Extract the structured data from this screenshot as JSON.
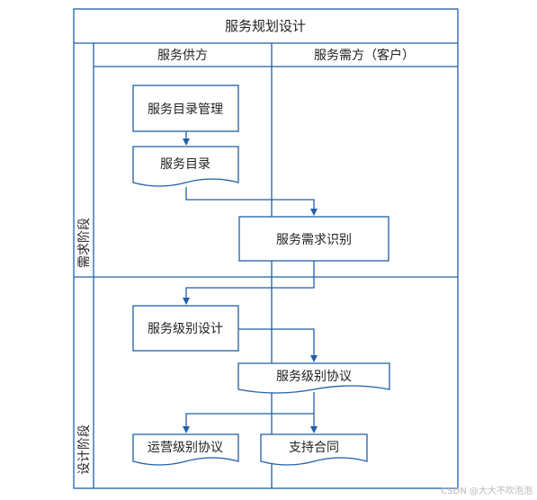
{
  "diagram": {
    "title": "服务规划设计",
    "columns": {
      "provider": "服务供方",
      "customer": "服务需方（客户）"
    },
    "phases": {
      "requirements": "需求阶段",
      "design": "设计阶段"
    },
    "nodes": {
      "catalog_mgmt": "服务目录管理",
      "catalog": "服务目录",
      "requirement_id": "服务需求识别",
      "sla_design": "服务级别设计",
      "sla": "服务级别协议",
      "ola": "运营级别协议",
      "support_contract": "支持合同"
    },
    "colors": {
      "line": "#1f5fa8",
      "text": "#222222"
    }
  },
  "watermark": "CSDN @大大不吹泡泡"
}
